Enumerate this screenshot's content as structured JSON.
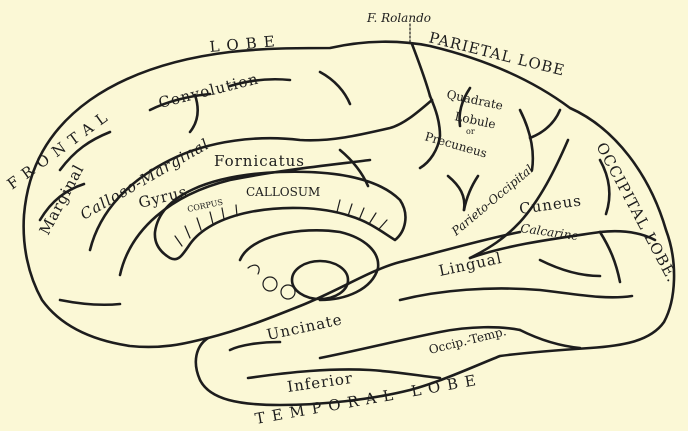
{
  "labels": {
    "f_rolando": "F. Rolando",
    "parietal_lobe": "PARIETAL LOBE",
    "frontal": "FRONTAL",
    "lobe_frontal": "LOBE",
    "convolution": "Convolution",
    "marginal": "Marginal",
    "calloso_marginal": "Calloso-Marginal",
    "gyrus": "Gyrus",
    "fornicatus": "Fornicatus",
    "corpus": "CORPUS",
    "callosum": "CALLOSUM",
    "quadrate": "Quadrate",
    "lobule": "Lobule",
    "or": "or",
    "precuneus": "Precuneus",
    "parieto_occipital": "Parieto-Occipital",
    "cuneus": "Cuneus",
    "calcarine": "Calcarine",
    "occipital_lobe": "OCCIPITAL LOBE.",
    "lingual": "Lingual",
    "uncinate": "Uncinate",
    "occip_temp": "Occip.-Temp.",
    "inferior": "Inferior",
    "temporal_lobe": "TEMPORAL LOBE"
  },
  "colors": {
    "background": "#fbf8d6",
    "ink": "#1d1d1d"
  }
}
